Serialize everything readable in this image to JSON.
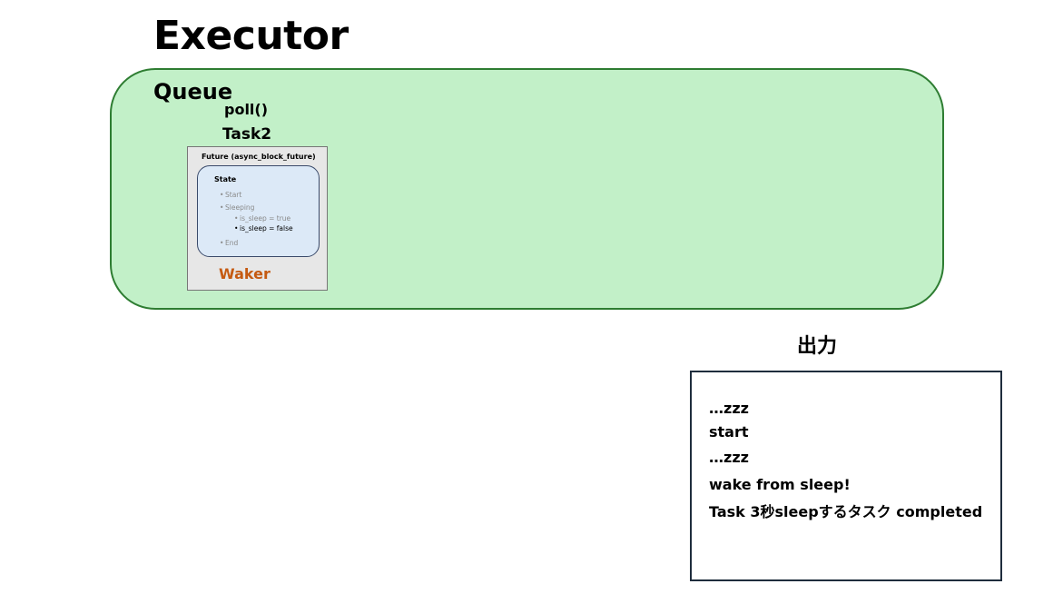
{
  "title": "Executor",
  "queue": {
    "label": "Queue",
    "poll_label": "poll()",
    "task_label": "Task2",
    "future": {
      "title": "Future (async_block_future)",
      "state": {
        "title": "State",
        "items": [
          {
            "text": "Start",
            "active": false
          },
          {
            "text": "Sleeping",
            "active": false
          },
          {
            "text": "is_sleep = true",
            "active": false
          },
          {
            "text": "is_sleep = false",
            "active": true
          },
          {
            "text": "End",
            "active": false
          }
        ]
      },
      "waker_label": "Waker"
    }
  },
  "output": {
    "label": "出力",
    "lines": [
      "…zzz",
      "start",
      "…zzz",
      "wake from sleep!",
      "Task 3秒sleepするタスク completed"
    ]
  },
  "colors": {
    "executor_fill": "#c2f0c8",
    "executor_border": "#2e7d32",
    "state_fill": "#dce9f7",
    "waker": "#c55a11"
  }
}
